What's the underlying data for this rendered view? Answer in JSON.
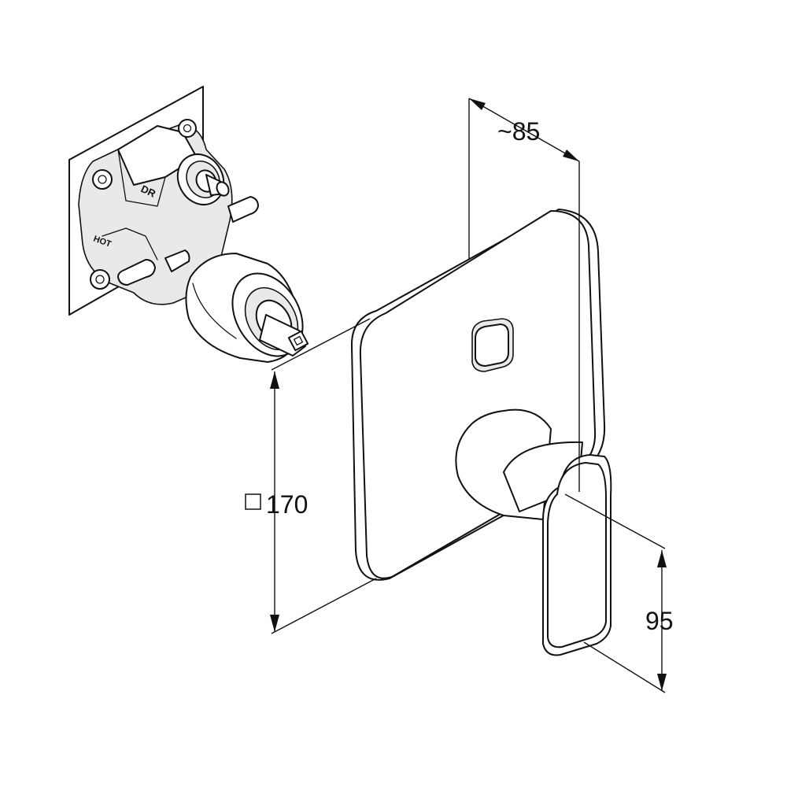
{
  "dimensions": {
    "depth": "~85",
    "plate": "170",
    "lever": "95"
  },
  "valve_labels": {
    "top": "DR",
    "side": "HOT"
  }
}
